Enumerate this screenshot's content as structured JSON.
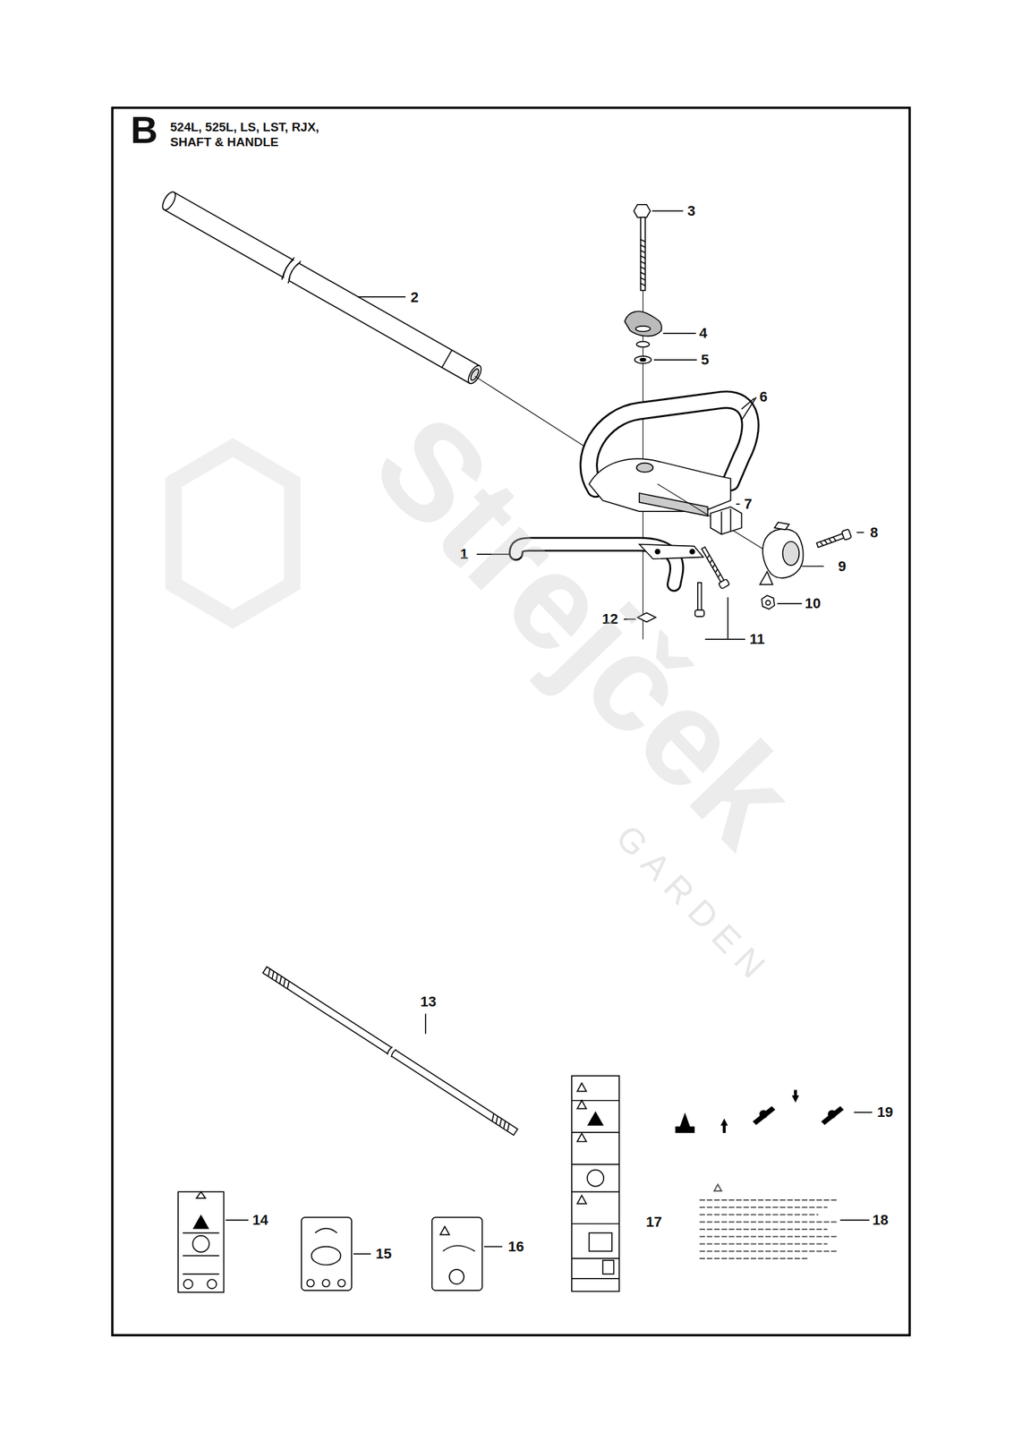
{
  "diagram": {
    "title": "524L, 525L, LS, LST, RJX, SHAFT & HANDLE",
    "labels": [
      "B",
      "3",
      "2",
      "4",
      "5",
      "6",
      "7",
      "8",
      "1",
      "9",
      "10",
      "12",
      "11",
      "13",
      "19",
      "14",
      "17",
      "18",
      "15",
      "16",
      "Strejček",
      "GARDEN"
    ]
  }
}
